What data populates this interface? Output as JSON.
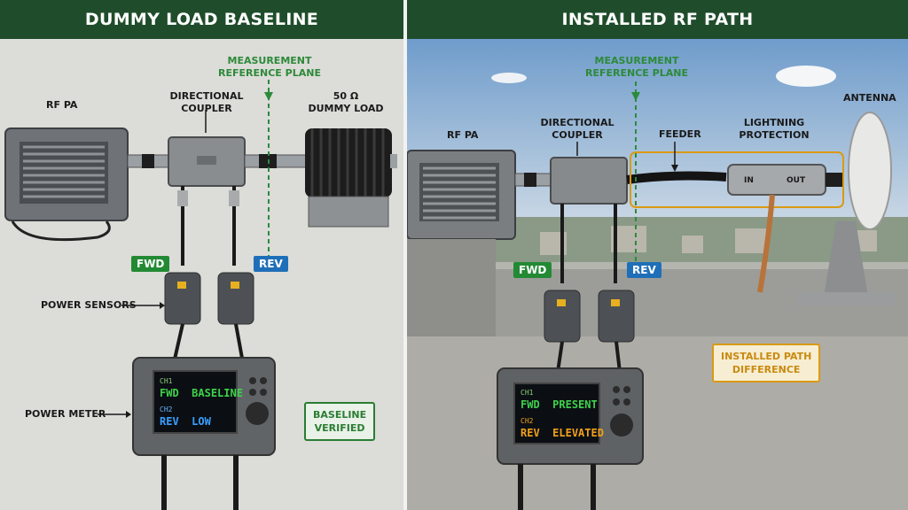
{
  "left": {
    "title": "DUMMY LOAD BASELINE",
    "labels": {
      "rf_pa": "RF PA",
      "coupler": [
        "DIRECTIONAL",
        "COUPLER"
      ],
      "reference": [
        "MEASUREMENT",
        "REFERENCE PLANE"
      ],
      "dummy": [
        "50 Ω",
        "DUMMY LOAD"
      ],
      "sensors": "POWER SENSORS",
      "meter": "POWER METER"
    },
    "tags": {
      "fwd": "FWD",
      "rev": "REV"
    },
    "screen": {
      "ch1": "CH1",
      "ch1_name": "FWD",
      "ch1_state": "BASELINE",
      "ch2": "CH2",
      "ch2_name": "REV",
      "ch2_state": "LOW"
    },
    "note": [
      "BASELINE",
      "VERIFIED"
    ]
  },
  "right": {
    "title": "INSTALLED RF PATH",
    "labels": {
      "rf_pa": "RF PA",
      "coupler": [
        "DIRECTIONAL",
        "COUPLER"
      ],
      "reference": [
        "MEASUREMENT",
        "REFERENCE PLANE"
      ],
      "feeder": "FEEDER",
      "lightning": [
        "LIGHTNING",
        "PROTECTION"
      ],
      "antenna": "ANTENNA",
      "in": "IN",
      "out": "OUT"
    },
    "tags": {
      "fwd": "FWD",
      "rev": "REV"
    },
    "screen": {
      "ch1": "CH1",
      "ch1_name": "FWD",
      "ch1_state": "PRESENT",
      "ch2": "CH2",
      "ch2_name": "REV",
      "ch2_state": "ELEVATED"
    },
    "note": [
      "INSTALLED PATH",
      "DIFFERENCE"
    ]
  },
  "colors": {
    "header": "#1f4d2b",
    "fwd": "#238a34",
    "rev": "#1f6fb8",
    "amber": "#d99a14",
    "baseline_text": "#3fd24a",
    "low_text": "#3aa0ff",
    "elevated_text": "#f2a11a"
  }
}
